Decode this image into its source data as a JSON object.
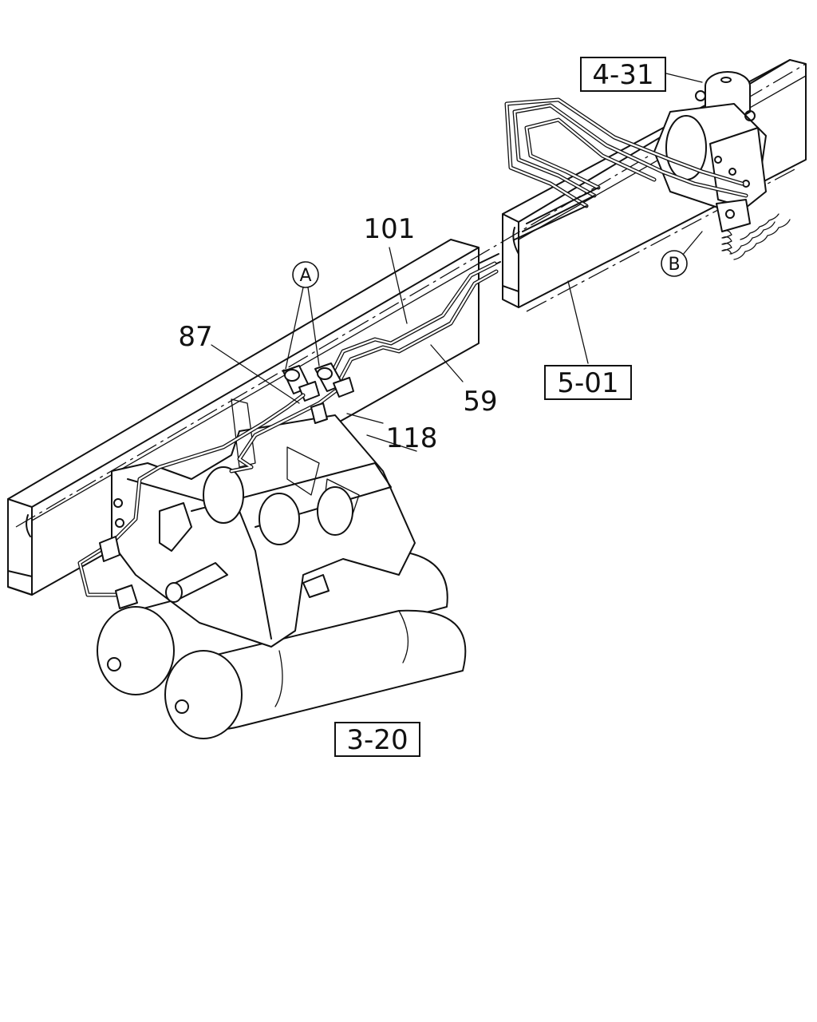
{
  "diagram": {
    "labels": {
      "ref_4_31": "4-31",
      "ref_5_01": "5-01",
      "ref_3_20": "3-20",
      "part_101": "101",
      "part_87": "87",
      "part_59": "59",
      "part_118": "118",
      "callout_a": "A",
      "callout_b": "B"
    }
  }
}
